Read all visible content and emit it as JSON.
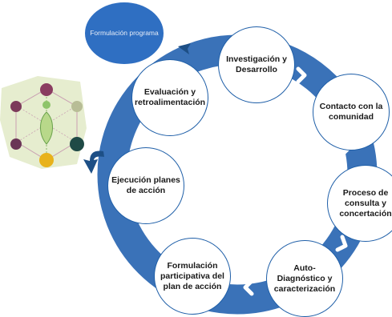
{
  "top_bubble": {
    "label": "Formulación programa"
  },
  "cycle": {
    "stages": [
      {
        "id": "investigacion",
        "label": "Investigación y Desarrollo"
      },
      {
        "id": "contacto",
        "label": "Contacto con la comunidad"
      },
      {
        "id": "proceso",
        "label": "Proceso de consulta y concertación"
      },
      {
        "id": "autodiagnostico",
        "label": "Auto-Diagnóstico y caracterización"
      },
      {
        "id": "formulacion",
        "label": "Formulación participativa del plan de acción"
      },
      {
        "id": "ejecucion",
        "label": "Ejecución planes de acción"
      },
      {
        "id": "evaluacion",
        "label": "Evaluación y retroalimentación"
      }
    ]
  },
  "colors": {
    "ring": "#3a72b8",
    "stage_border": "#1f5fa8",
    "bubble": "#2f6fc2",
    "chevron": "#ffffff",
    "external_arrow": "#1d4f86",
    "emblem_background": "#e6edcf",
    "emblem_nodes": [
      "#8a3c60",
      "#7c3a5a",
      "#b8bd96",
      "#1f4a46",
      "#e8b21a",
      "#6a3556"
    ]
  }
}
